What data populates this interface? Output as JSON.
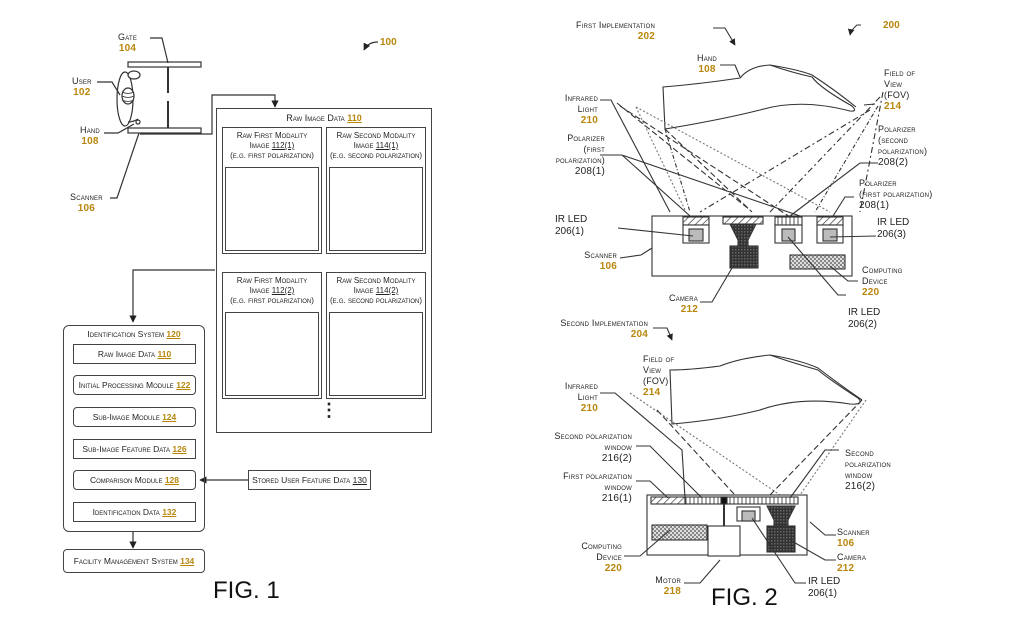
{
  "fig1": {
    "figure_label": "FIG. 1",
    "ref": "100",
    "gate": {
      "label": "Gate",
      "ref": "104"
    },
    "user": {
      "label": "User",
      "ref": "102"
    },
    "hand": {
      "label": "Hand",
      "ref": "108"
    },
    "scanner": {
      "label": "Scanner",
      "ref": "106"
    },
    "raw_image_data": {
      "title": "Raw Image Data",
      "ref": "110",
      "panels": [
        {
          "title": "Raw First Modality",
          "image": "Image",
          "ref": "112(1)",
          "note": "(e.g. first polarization)"
        },
        {
          "title": "Raw Second Modality",
          "image": "Image",
          "ref": "114(1)",
          "note": "(e.g. second polarization)"
        },
        {
          "title": "Raw First Modality",
          "image": "Image",
          "ref": "112(2)",
          "note": "(e.g. first polarization)"
        },
        {
          "title": "Raw Second Modality",
          "image": "Image",
          "ref": "114(2)",
          "note": "(e.g. second polarization)"
        }
      ],
      "ellipsis": "⋮"
    },
    "identification_system": {
      "title": "Identification System",
      "ref": "120",
      "items": [
        {
          "label": "Raw Image Data",
          "ref": "110",
          "shape": "square"
        },
        {
          "label": "Initial Processing Module",
          "ref": "122",
          "shape": "rounded"
        },
        {
          "label": "Sub-Image Module",
          "ref": "124",
          "shape": "rounded"
        },
        {
          "label": "Sub-Image Feature Data",
          "ref": "126",
          "shape": "square"
        },
        {
          "label": "Comparison Module",
          "ref": "128",
          "shape": "rounded"
        },
        {
          "label": "Identification Data",
          "ref": "132",
          "shape": "square"
        }
      ]
    },
    "stored_user_feature_data": {
      "label": "Stored User Feature Data",
      "ref": "130"
    },
    "facility_management_system": {
      "label": "Facility Management System",
      "ref": "134"
    }
  },
  "fig2": {
    "figure_label": "FIG. 2",
    "ref": "200",
    "first_impl": {
      "title": "First Implementation",
      "ref": "202",
      "hand": {
        "label": "Hand",
        "ref": "108"
      },
      "fov": {
        "label1": "Field of",
        "label2": "View",
        "label3": "(FOV)",
        "ref": "214"
      },
      "infrared": {
        "label1": "Infrared",
        "label2": "Light",
        "ref": "210"
      },
      "polarizer_left": {
        "label1": "Polarizer",
        "label2": "(first",
        "label3": "polarization)",
        "ref": "208(1)"
      },
      "polarizer_second": {
        "label1": "Polarizer",
        "label2": "(second",
        "label3": "polarization)",
        "ref": "208(2)"
      },
      "polarizer_right": {
        "label1": "Polarizer",
        "label2": "(first polarization)",
        "ref": "208(1)"
      },
      "ir_led_1": {
        "label": "IR LED",
        "ref": "206(1)"
      },
      "ir_led_2": {
        "label": "IR LED",
        "ref": "206(2)"
      },
      "ir_led_3": {
        "label": "IR LED",
        "ref": "206(3)"
      },
      "scanner": {
        "label": "Scanner",
        "ref": "106"
      },
      "camera": {
        "label": "Camera",
        "ref": "212"
      },
      "computing": {
        "label1": "Computing",
        "label2": "Device",
        "ref": "220"
      }
    },
    "second_impl": {
      "title": "Second Implementation",
      "ref": "204",
      "fov": {
        "label1": "Field of",
        "label2": "View",
        "label3": "(FOV)",
        "ref": "214"
      },
      "infrared": {
        "label1": "Infrared",
        "label2": "Light",
        "ref": "210"
      },
      "second_window_left": {
        "label1": "Second polarization",
        "label2": "window",
        "ref": "216(2)"
      },
      "first_window": {
        "label1": "First polarization",
        "label2": "window",
        "ref": "216(1)"
      },
      "second_window_right": {
        "label1": "Second",
        "label2": "polarization",
        "label3": "window",
        "ref": "216(2)"
      },
      "computing": {
        "label1": "Computing",
        "label2": "Device",
        "ref": "220"
      },
      "motor": {
        "label": "Motor",
        "ref": "218"
      },
      "scanner": {
        "label": "Scanner",
        "ref": "106"
      },
      "camera": {
        "label": "Camera",
        "ref": "212"
      },
      "ir_led": {
        "label": "IR LED",
        "ref": "206(1)"
      }
    }
  }
}
